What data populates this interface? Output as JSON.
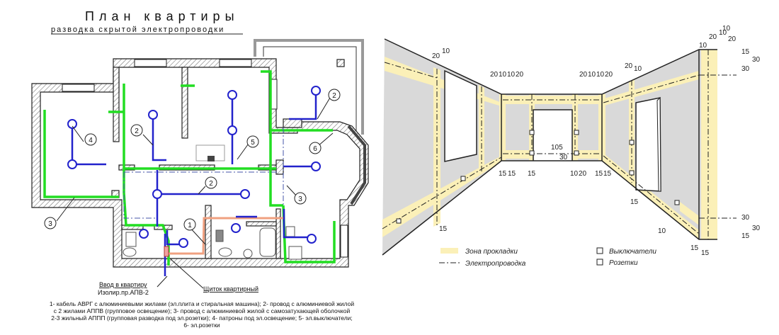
{
  "plan": {
    "title": "План квартиры",
    "subtitle": "разводка скрытой электропроводки",
    "entry_label": "Ввод в квартиру",
    "entry_wire": "Изолир.пр.АПВ-2",
    "panel_label": "Щиток квартирный",
    "callouts": [
      "1",
      "2",
      "2",
      "2",
      "3",
      "3",
      "4",
      "5",
      "6"
    ],
    "caption_lines": [
      "1- кабель АВРГ с алюминиевыми жилами (эл.плита и стиральная машина);  2- провод с алюминиевой жилой",
      "с 2 жилами АППВ (групповое освещение);  3- провод с алюминиевой жилой с самозатухающей оболочкой",
      "2-3 жильный АППП (групповая разводка под эл.розетки); 4- патроны под эл.освещение;  5- эл.выключатели;",
      "6- эл.розетки"
    ],
    "colors": {
      "group_lighting": "#2222cc",
      "socket_wiring": "#22dd22",
      "cable": "#f0a080"
    }
  },
  "perspective": {
    "dimensions": [
      "20",
      "10",
      "20",
      "10",
      "10",
      "20",
      "20",
      "10",
      "10",
      "20",
      "10",
      "20",
      "10",
      "10",
      "20",
      "20",
      "10",
      "15",
      "30",
      "30",
      "105",
      "30",
      "15",
      "15",
      "15",
      "10",
      "20",
      "15",
      "15",
      "15",
      "15",
      "10",
      "30",
      "30",
      "15",
      "15",
      "15"
    ],
    "legend": [
      {
        "label": "Зона прокладки",
        "icon": "yellow-zone-swatch"
      },
      {
        "label": "Электропроводка",
        "icon": "dash-dot-line"
      },
      {
        "label": "Выключатели",
        "icon": "switch-icon"
      },
      {
        "label": "Розетки",
        "icon": "socket-icon"
      }
    ],
    "colors": {
      "zone": "#fbf0b8",
      "wall": "#d9d9d9"
    }
  }
}
